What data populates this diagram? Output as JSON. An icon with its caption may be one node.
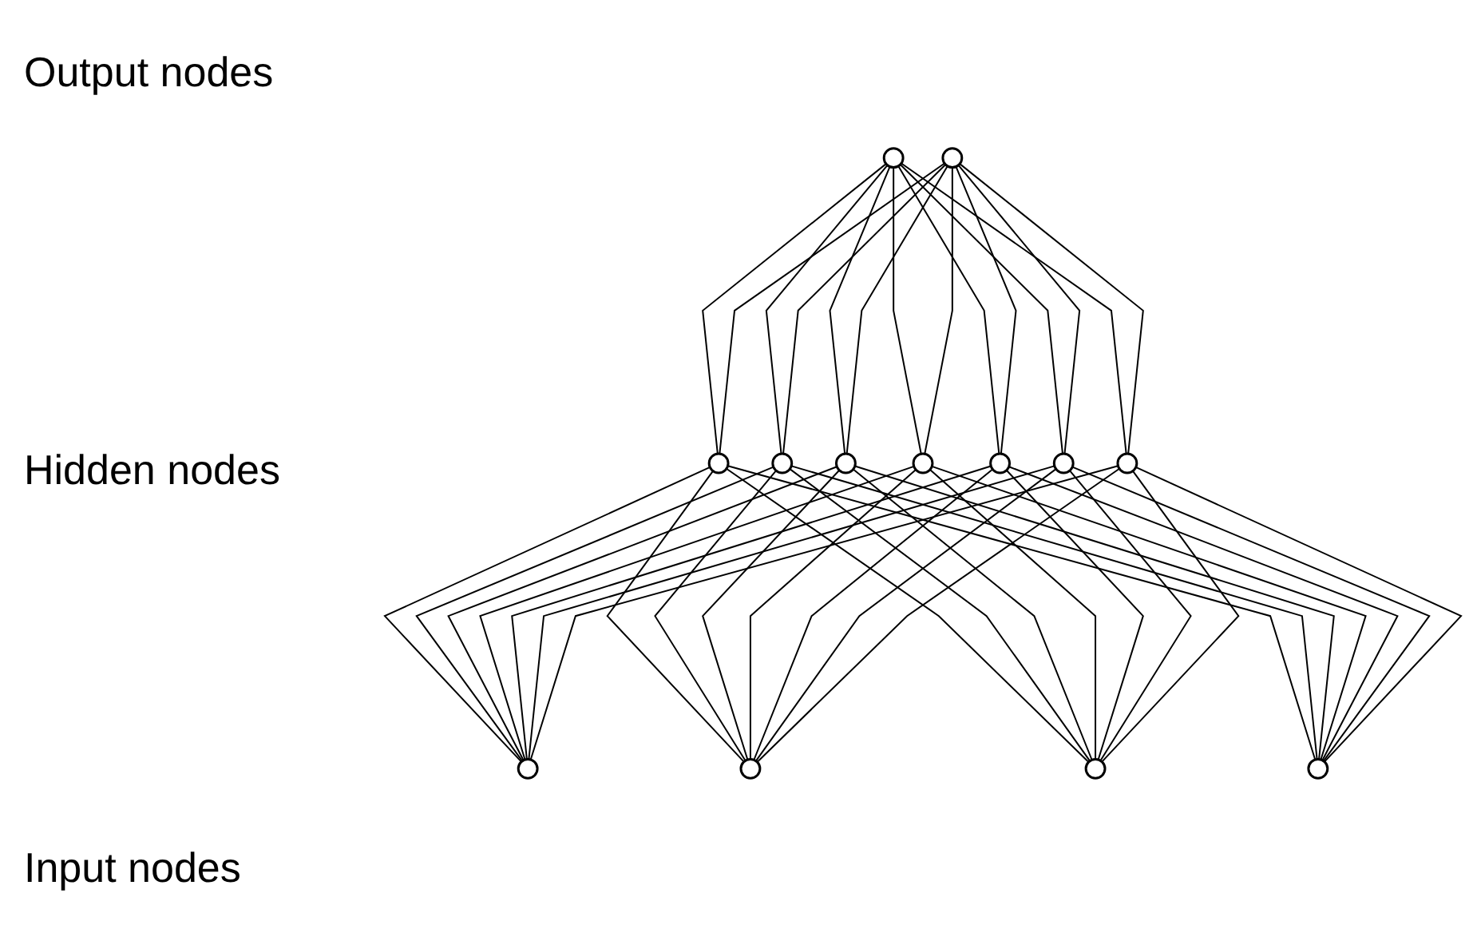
{
  "diagram": {
    "nodes": [
      {
        "text": [],
        "shape": "circle"
      },
      {
        "text": [],
        "shape": "circle"
      },
      {
        "text": [],
        "shape": "circle"
      },
      {
        "text": [],
        "shape": "circle"
      },
      {
        "text": [],
        "shape": "circle"
      },
      {
        "text": [],
        "shape": "circle"
      },
      {
        "text": [],
        "shape": "circle"
      },
      {
        "text": [],
        "shape": "circle"
      },
      {
        "text": [],
        "shape": "circle"
      },
      {
        "text": [],
        "shape": "circle"
      },
      {
        "text": [],
        "shape": "circle"
      },
      {
        "text": [],
        "shape": "circle"
      },
      {
        "text": [],
        "shape": "circle"
      }
    ],
    "edges": [
      {
        "from": 0,
        "to": 2,
        "arrow": "none"
      },
      {
        "from": 0,
        "to": 3,
        "arrow": "none"
      },
      {
        "from": 0,
        "to": 4,
        "arrow": "none"
      },
      {
        "from": 0,
        "to": 5,
        "arrow": "none"
      },
      {
        "from": 0,
        "to": 6,
        "arrow": "none"
      },
      {
        "from": 0,
        "to": 7,
        "arrow": "none"
      },
      {
        "from": 0,
        "to": 8,
        "arrow": "none"
      },
      {
        "from": 1,
        "to": 2,
        "arrow": "none"
      },
      {
        "from": 1,
        "to": 3,
        "arrow": "none"
      },
      {
        "from": 1,
        "to": 4,
        "arrow": "none"
      },
      {
        "from": 1,
        "to": 5,
        "arrow": "none"
      },
      {
        "from": 1,
        "to": 6,
        "arrow": "none"
      },
      {
        "from": 1,
        "to": 7,
        "arrow": "none"
      },
      {
        "from": 1,
        "to": 8,
        "arrow": "none"
      },
      {
        "from": 2,
        "to": 9,
        "arrow": "none"
      },
      {
        "from": 2,
        "to": 10,
        "arrow": "none"
      },
      {
        "from": 2,
        "to": 11,
        "arrow": "none"
      },
      {
        "from": 2,
        "to": 12,
        "arrow": "none"
      },
      {
        "from": 3,
        "to": 9,
        "arrow": "none"
      },
      {
        "from": 3,
        "to": 10,
        "arrow": "none"
      },
      {
        "from": 3,
        "to": 11,
        "arrow": "none"
      },
      {
        "from": 3,
        "to": 12,
        "arrow": "none"
      },
      {
        "from": 4,
        "to": 9,
        "arrow": "none"
      },
      {
        "from": 4,
        "to": 10,
        "arrow": "none"
      },
      {
        "from": 4,
        "to": 11,
        "arrow": "none"
      },
      {
        "from": 4,
        "to": 12,
        "arrow": "none"
      },
      {
        "from": 5,
        "to": 9,
        "arrow": "none"
      },
      {
        "from": 5,
        "to": 10,
        "arrow": "none"
      },
      {
        "from": 5,
        "to": 11,
        "arrow": "none"
      },
      {
        "from": 5,
        "to": 12,
        "arrow": "none"
      },
      {
        "from": 6,
        "to": 9,
        "arrow": "none"
      },
      {
        "from": 6,
        "to": 10,
        "arrow": "none"
      },
      {
        "from": 6,
        "to": 11,
        "arrow": "none"
      },
      {
        "from": 6,
        "to": 12,
        "arrow": "none"
      },
      {
        "from": 7,
        "to": 9,
        "arrow": "none"
      },
      {
        "from": 7,
        "to": 10,
        "arrow": "none"
      },
      {
        "from": 7,
        "to": 11,
        "arrow": "none"
      },
      {
        "from": 7,
        "to": 12,
        "arrow": "none"
      },
      {
        "from": 8,
        "to": 9,
        "arrow": "none"
      },
      {
        "from": 8,
        "to": 10,
        "arrow": "none"
      },
      {
        "from": 8,
        "to": 11,
        "arrow": "none"
      },
      {
        "from": 8,
        "to": 12,
        "arrow": "none"
      }
    ],
    "labels": [
      "Output nodes",
      "Hidden nodes",
      "Input nodes"
    ]
  }
}
